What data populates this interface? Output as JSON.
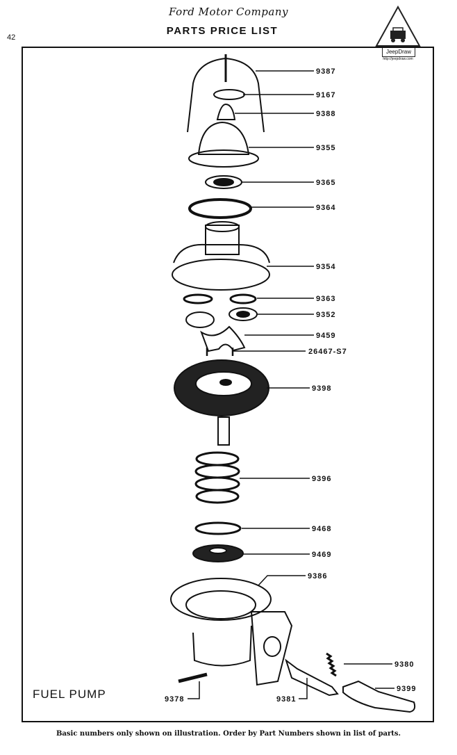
{
  "header": {
    "page_number": "42",
    "brand": "Ford Motor Company",
    "title": "PARTS PRICE LIST"
  },
  "logo": {
    "name": "JeepDraw",
    "url": "http://jeepdraw.com"
  },
  "diagram": {
    "caption": "FUEL PUMP",
    "parts": [
      "9387",
      "9167",
      "9388",
      "9355",
      "9365",
      "9364",
      "9354",
      "9363",
      "9352",
      "9459",
      "26467-S7",
      "9398",
      "9396",
      "9468",
      "9469",
      "9386",
      "9380",
      "9399",
      "9378",
      "9381"
    ]
  },
  "footer": {
    "note": "Basic numbers only shown on illustration.   Order by Part Numbers shown in list of parts."
  }
}
